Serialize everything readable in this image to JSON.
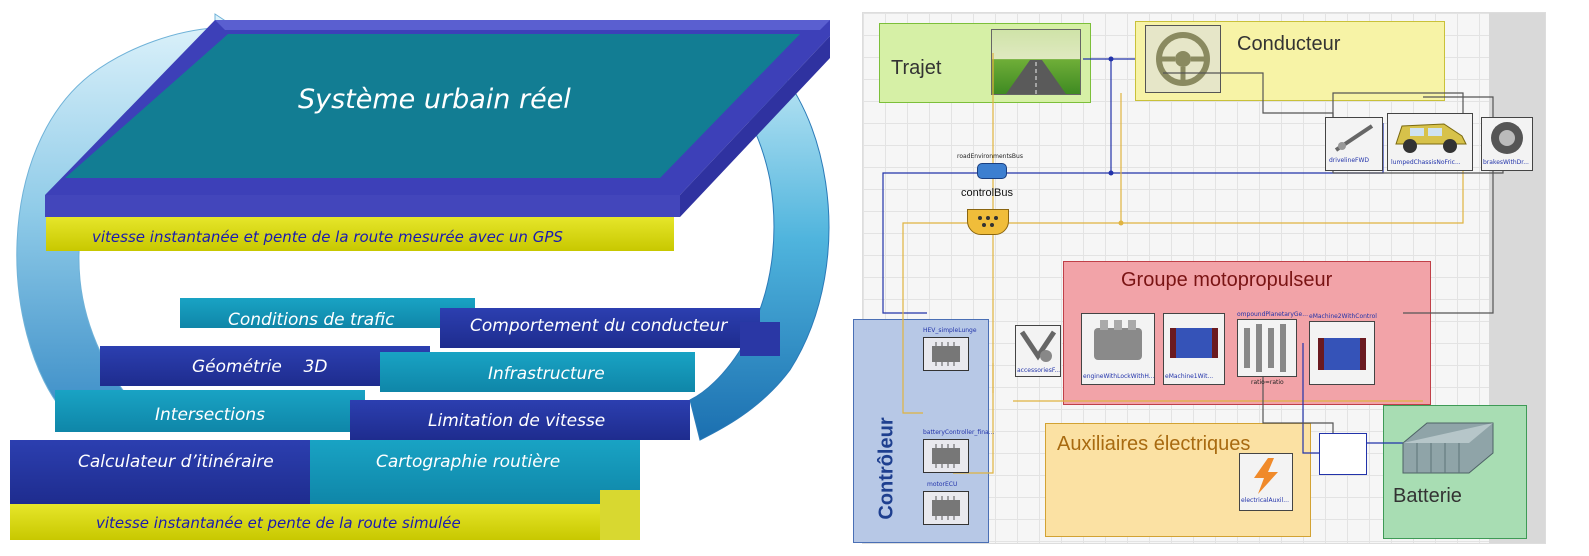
{
  "left": {
    "top_title": "Système urbain réel",
    "top_band": "vitesse instantanée et pente de la route mesurée avec un GPS",
    "bottom_band": "vitesse instantanée et pente de la route simulée",
    "layers": [
      "Conditions de trafic",
      "Comportement du conducteur",
      "Géométrie    3D",
      "Infrastructure",
      "Intersections",
      "Limitation de vitesse",
      "Calculateur d’itinéraire",
      "Cartographie routière"
    ]
  },
  "right": {
    "regions": {
      "trajet": "Trajet",
      "conducteur": "Conducteur",
      "groupe": "Groupe motopropulseur",
      "auxiliaires": "Auxiliaires électriques",
      "controleur": "Contrôleur",
      "batterie": "Batterie"
    },
    "buses": {
      "road": "roadEnvironmentsBus",
      "control": "controlBus"
    },
    "components": {
      "driveline": "drivelineFWD",
      "chassis": "lumpedChassisNoFric...",
      "brakes": "brakesWithDr...",
      "hev": "HEV_simpleLunge",
      "battery_ctrl": "batteryController_fina...",
      "motor_ecu": "motorECU",
      "accessories": "accessoriesF...",
      "engine": "engineWithLockWithH...",
      "emachine1": "eMachine1Wit...",
      "planetary": "ompoundPlanetaryGe...",
      "ratio": "ratio=ratio",
      "emachine2": "eMachine2WithControl",
      "electrical": "electricalAuxil..."
    },
    "colors": {
      "trajet": "#d6f0a6",
      "conducteur": "#f7f3a6",
      "groupe": "#f2a3a8",
      "auxiliaires": "#fbe1a3",
      "controleur": "#b7c8e6",
      "batterie": "#a8ddb3"
    }
  }
}
